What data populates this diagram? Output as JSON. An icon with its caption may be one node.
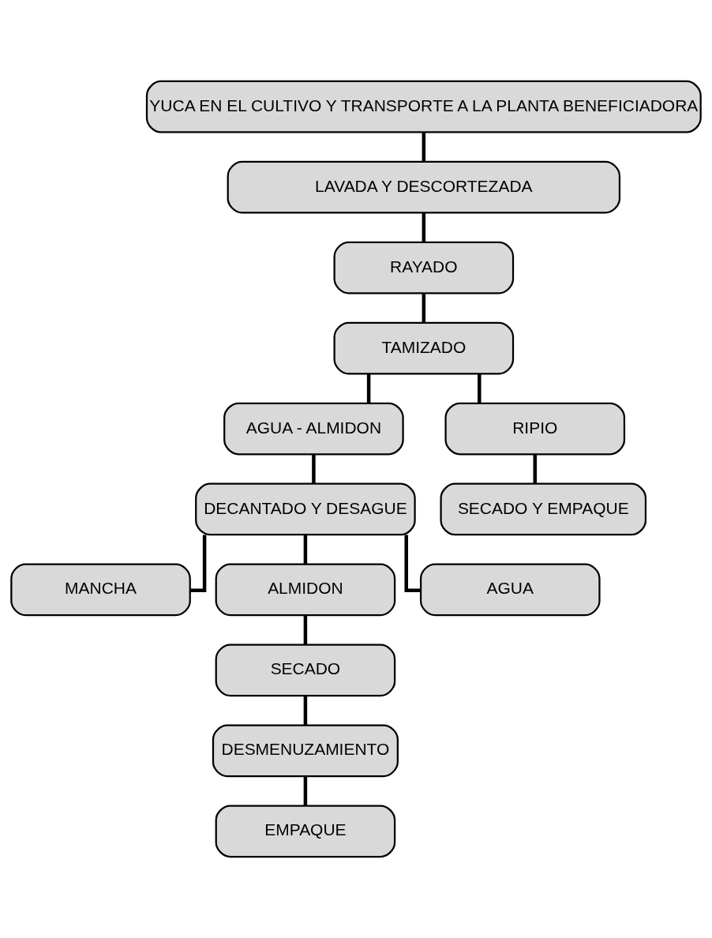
{
  "diagram": {
    "nodes": [
      {
        "text": [
          "YUCA EN EL CULTIVO Y TRANSPORTE A LA PLANTA BENEFICIADORA"
        ]
      },
      {
        "text": [
          "LAVADA Y DESCORTEZADA"
        ]
      },
      {
        "text": [
          "RAYADO"
        ]
      },
      {
        "text": [
          "TAMIZADO"
        ]
      },
      {
        "text": [
          "AGUA - ALMIDON"
        ]
      },
      {
        "text": [
          "RIPIO"
        ]
      },
      {
        "text": [
          "DECANTADO Y DESAGUE"
        ]
      },
      {
        "text": [
          "SECADO Y EMPAQUE"
        ]
      },
      {
        "text": [
          "MANCHA"
        ]
      },
      {
        "text": [
          "ALMIDON"
        ]
      },
      {
        "text": [
          "AGUA"
        ]
      },
      {
        "text": [
          "SECADO"
        ]
      },
      {
        "text": [
          "DESMENUZAMIENTO"
        ]
      },
      {
        "text": [
          "EMPAQUE"
        ]
      }
    ],
    "edges": [
      {
        "from": 0,
        "to": 1,
        "arrow": "none"
      },
      {
        "from": 1,
        "to": 2,
        "arrow": "none"
      },
      {
        "from": 2,
        "to": 3,
        "arrow": "none"
      },
      {
        "from": 3,
        "to": 4,
        "arrow": "none"
      },
      {
        "from": 3,
        "to": 5,
        "arrow": "none"
      },
      {
        "from": 4,
        "to": 6,
        "arrow": "none"
      },
      {
        "from": 5,
        "to": 7,
        "arrow": "none"
      },
      {
        "from": 6,
        "to": 8,
        "arrow": "none"
      },
      {
        "from": 6,
        "to": 9,
        "arrow": "none"
      },
      {
        "from": 6,
        "to": 10,
        "arrow": "none"
      },
      {
        "from": 9,
        "to": 11,
        "arrow": "none"
      },
      {
        "from": 11,
        "to": 12,
        "arrow": "none"
      },
      {
        "from": 12,
        "to": 13,
        "arrow": "none"
      }
    ]
  }
}
